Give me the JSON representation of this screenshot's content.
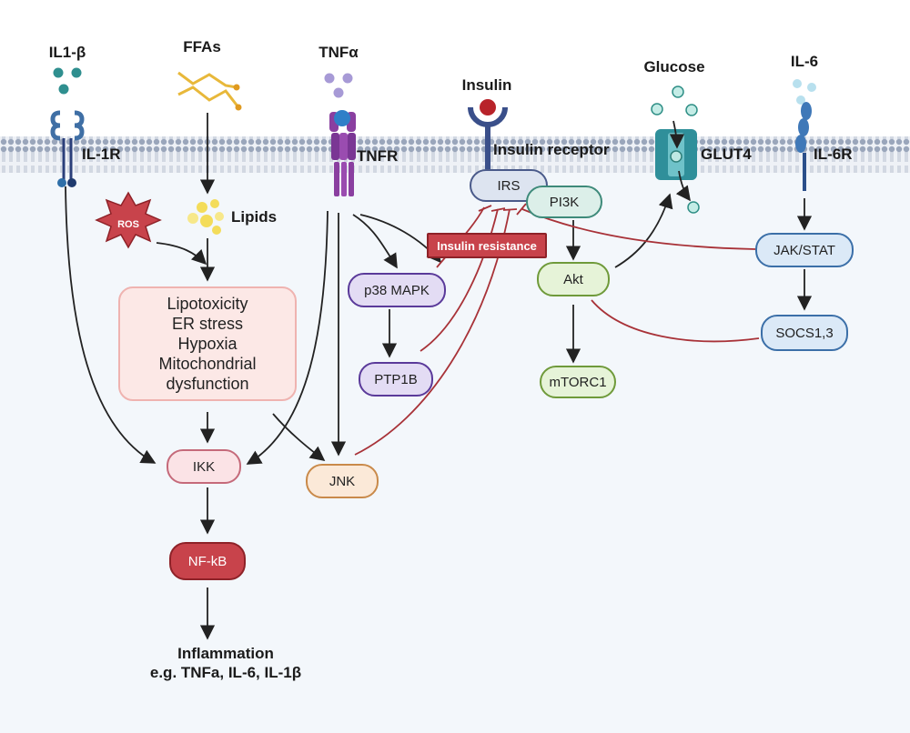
{
  "ligands": {
    "il1b": "IL1-β",
    "ffas": "FFAs",
    "tnfa": "TNFα",
    "insulin": "Insulin",
    "glucose": "Glucose",
    "il6": "IL-6"
  },
  "receptors": {
    "il1r": "IL-1R",
    "tnfr": "TNFR",
    "insulin_receptor": "Insulin receptor",
    "glut4": "GLUT4",
    "il6r": "IL-6R"
  },
  "molecules": {
    "ros": "ROS",
    "lipids": "Lipids",
    "irs": "IRS",
    "pi3k": "PI3K",
    "akt": "Akt",
    "mtorc1": "mTORC1",
    "jak_stat": "JAK/STAT",
    "socs": "SOCS1,3",
    "p38": "p38 MAPK",
    "ptp1b": "PTP1B",
    "ikk": "IKK",
    "jnk": "JNK",
    "nfkb": "NF-kB"
  },
  "stress_box": {
    "lines": [
      "Lipotoxicity",
      "ER stress",
      "Hypoxia",
      "Mitochondrial",
      "dysfunction"
    ]
  },
  "insulin_resistance": "Insulin resistance",
  "outcome": {
    "line1": "Inflammation",
    "line2": "e.g. TNFa, IL-6, IL-1β"
  },
  "colors": {
    "membrane": "#aab4c6",
    "inhibition": "#a83238",
    "arrow": "#222222",
    "cytoplasm": "#f3f7fb",
    "nfkb": "#c8434b"
  }
}
